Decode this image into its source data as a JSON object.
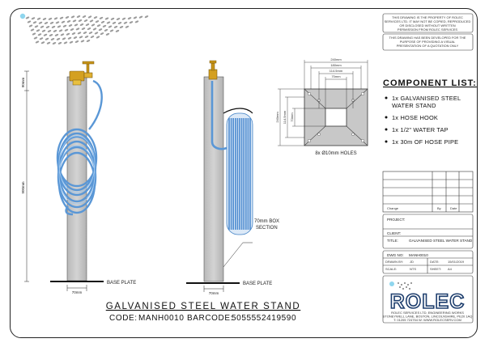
{
  "drawing": {
    "title": "GALVANISED STEEL WATER STAND",
    "code_label": "CODE:",
    "code_value": "MANH0010",
    "barcode_label": "BARCODE:",
    "barcode_value": "5055552419590",
    "side_labels": {
      "base_plate_left": "BASE PLATE",
      "base_plate_right": "BASE PLATE",
      "box_section": "70mm BOX",
      "box_section_2": "SECTION"
    },
    "dimensions": {
      "top_left": "90mm",
      "height_left": "900mm",
      "base_left": "70mm",
      "base_right": "70mm",
      "plate_overall": "240mm",
      "plate_inner": "180mm",
      "plate_box": "114.5mm",
      "plate_core": "70mm",
      "plate_side_a": "240mm",
      "plate_side_b": "114.5mm",
      "plate_side_c": "70mm",
      "holes": "8x Ø10mm HOLES"
    }
  },
  "component_list": {
    "heading": "COMPONENT LIST:",
    "items": [
      "1x GALVANISED STEEL",
      "WATER STAND",
      "1x HOSE HOOK",
      "1x 1/2\" WATER TAP",
      "1x 30m OF HOSE PIPE"
    ]
  },
  "notes": {
    "note1": [
      "THIS DRAWING IS THE PROPERTY OF ROLEC",
      "SERVICES LTD. IT MAY NOT BE COPIED, REPRODUCED",
      "OR DISCLOSED WITHOUT WRITTEN",
      "PERMISSION FROM ROLEC SERVICES"
    ],
    "note2": [
      "THIS DRAWING HAS BEEN DEVELOPED FOR THE",
      "PURPOSE OF PROVIDING A VISUAL",
      "PRESENTATION OF A QUOTATION ONLY"
    ]
  },
  "title_block": {
    "revision_label": "Change",
    "revision_by": "By",
    "revision_date": "Date",
    "project_label": "PROJECT:",
    "client_label": "CLIENT:",
    "title_label": "TITLE:",
    "title_value": "GALVANISED STEEL WATER STAND",
    "dwg_no_label": "DWG NO:",
    "dwg_no_value": "MANH0010",
    "drawn_label": "DRAWN BY:",
    "drawn_value": "JD",
    "date_label": "DATE:",
    "date_value": "15/01/2019",
    "scale_label": "SCALE:",
    "scale_value": "NTS",
    "sheet_label": "SHEET:",
    "sheet_value": "A4"
  },
  "logo": {
    "brand": "ROLEC",
    "address": [
      "ROLEC SERVICES LTD, ENGINEERING WORKS",
      "STONEYWELL LANE, BOSTON, LINCOLNSHIRE, PE20 1AQ",
      "T: 01205 724754   W: WWW.ROLECSERV.COM"
    ]
  },
  "colors": {
    "hose": "#6aa7e0",
    "hose_dark": "#3d7fc4",
    "post": "#c7c7c7",
    "tap": "#d4a020",
    "accent": "#1f3f6e"
  }
}
